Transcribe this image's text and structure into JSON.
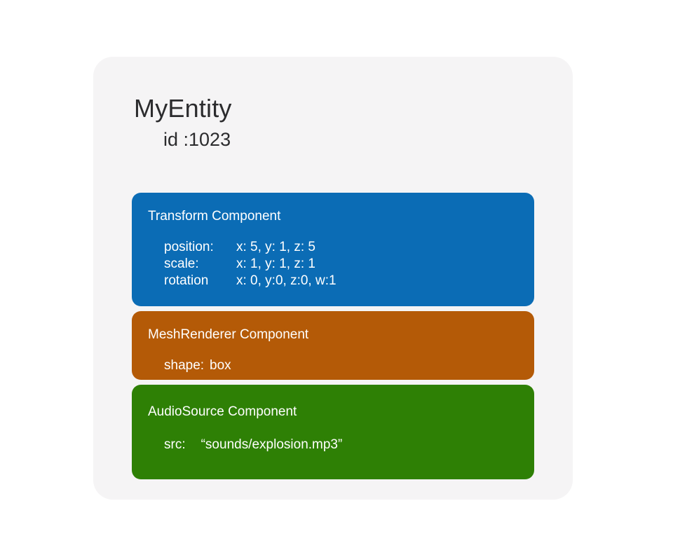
{
  "page": {
    "background": "#ffffff",
    "card_background": "#f5f4f5",
    "title_color": "#2b2b2d"
  },
  "entity": {
    "name": "MyEntity",
    "id_label": "id :1023"
  },
  "components": [
    {
      "name": "transform",
      "title": "Transform Component",
      "color": "#0b6cb5",
      "props": [
        {
          "label": "position:",
          "value": "x: 5, y: 1, z: 5"
        },
        {
          "label": "scale:",
          "value": "x: 1, y: 1, z: 1"
        },
        {
          "label": "rotation",
          "value": "x: 0, y:0, z:0, w:1"
        }
      ]
    },
    {
      "name": "mesh-renderer",
      "title": "MeshRenderer Component",
      "color": "#b45a07",
      "props": [
        {
          "label": "shape:",
          "value": "box"
        }
      ]
    },
    {
      "name": "audio-source",
      "title": "AudioSource Component",
      "color": "#2e8005",
      "props": [
        {
          "label": "src:",
          "value": "“sounds/explosion.mp3”"
        }
      ]
    }
  ]
}
